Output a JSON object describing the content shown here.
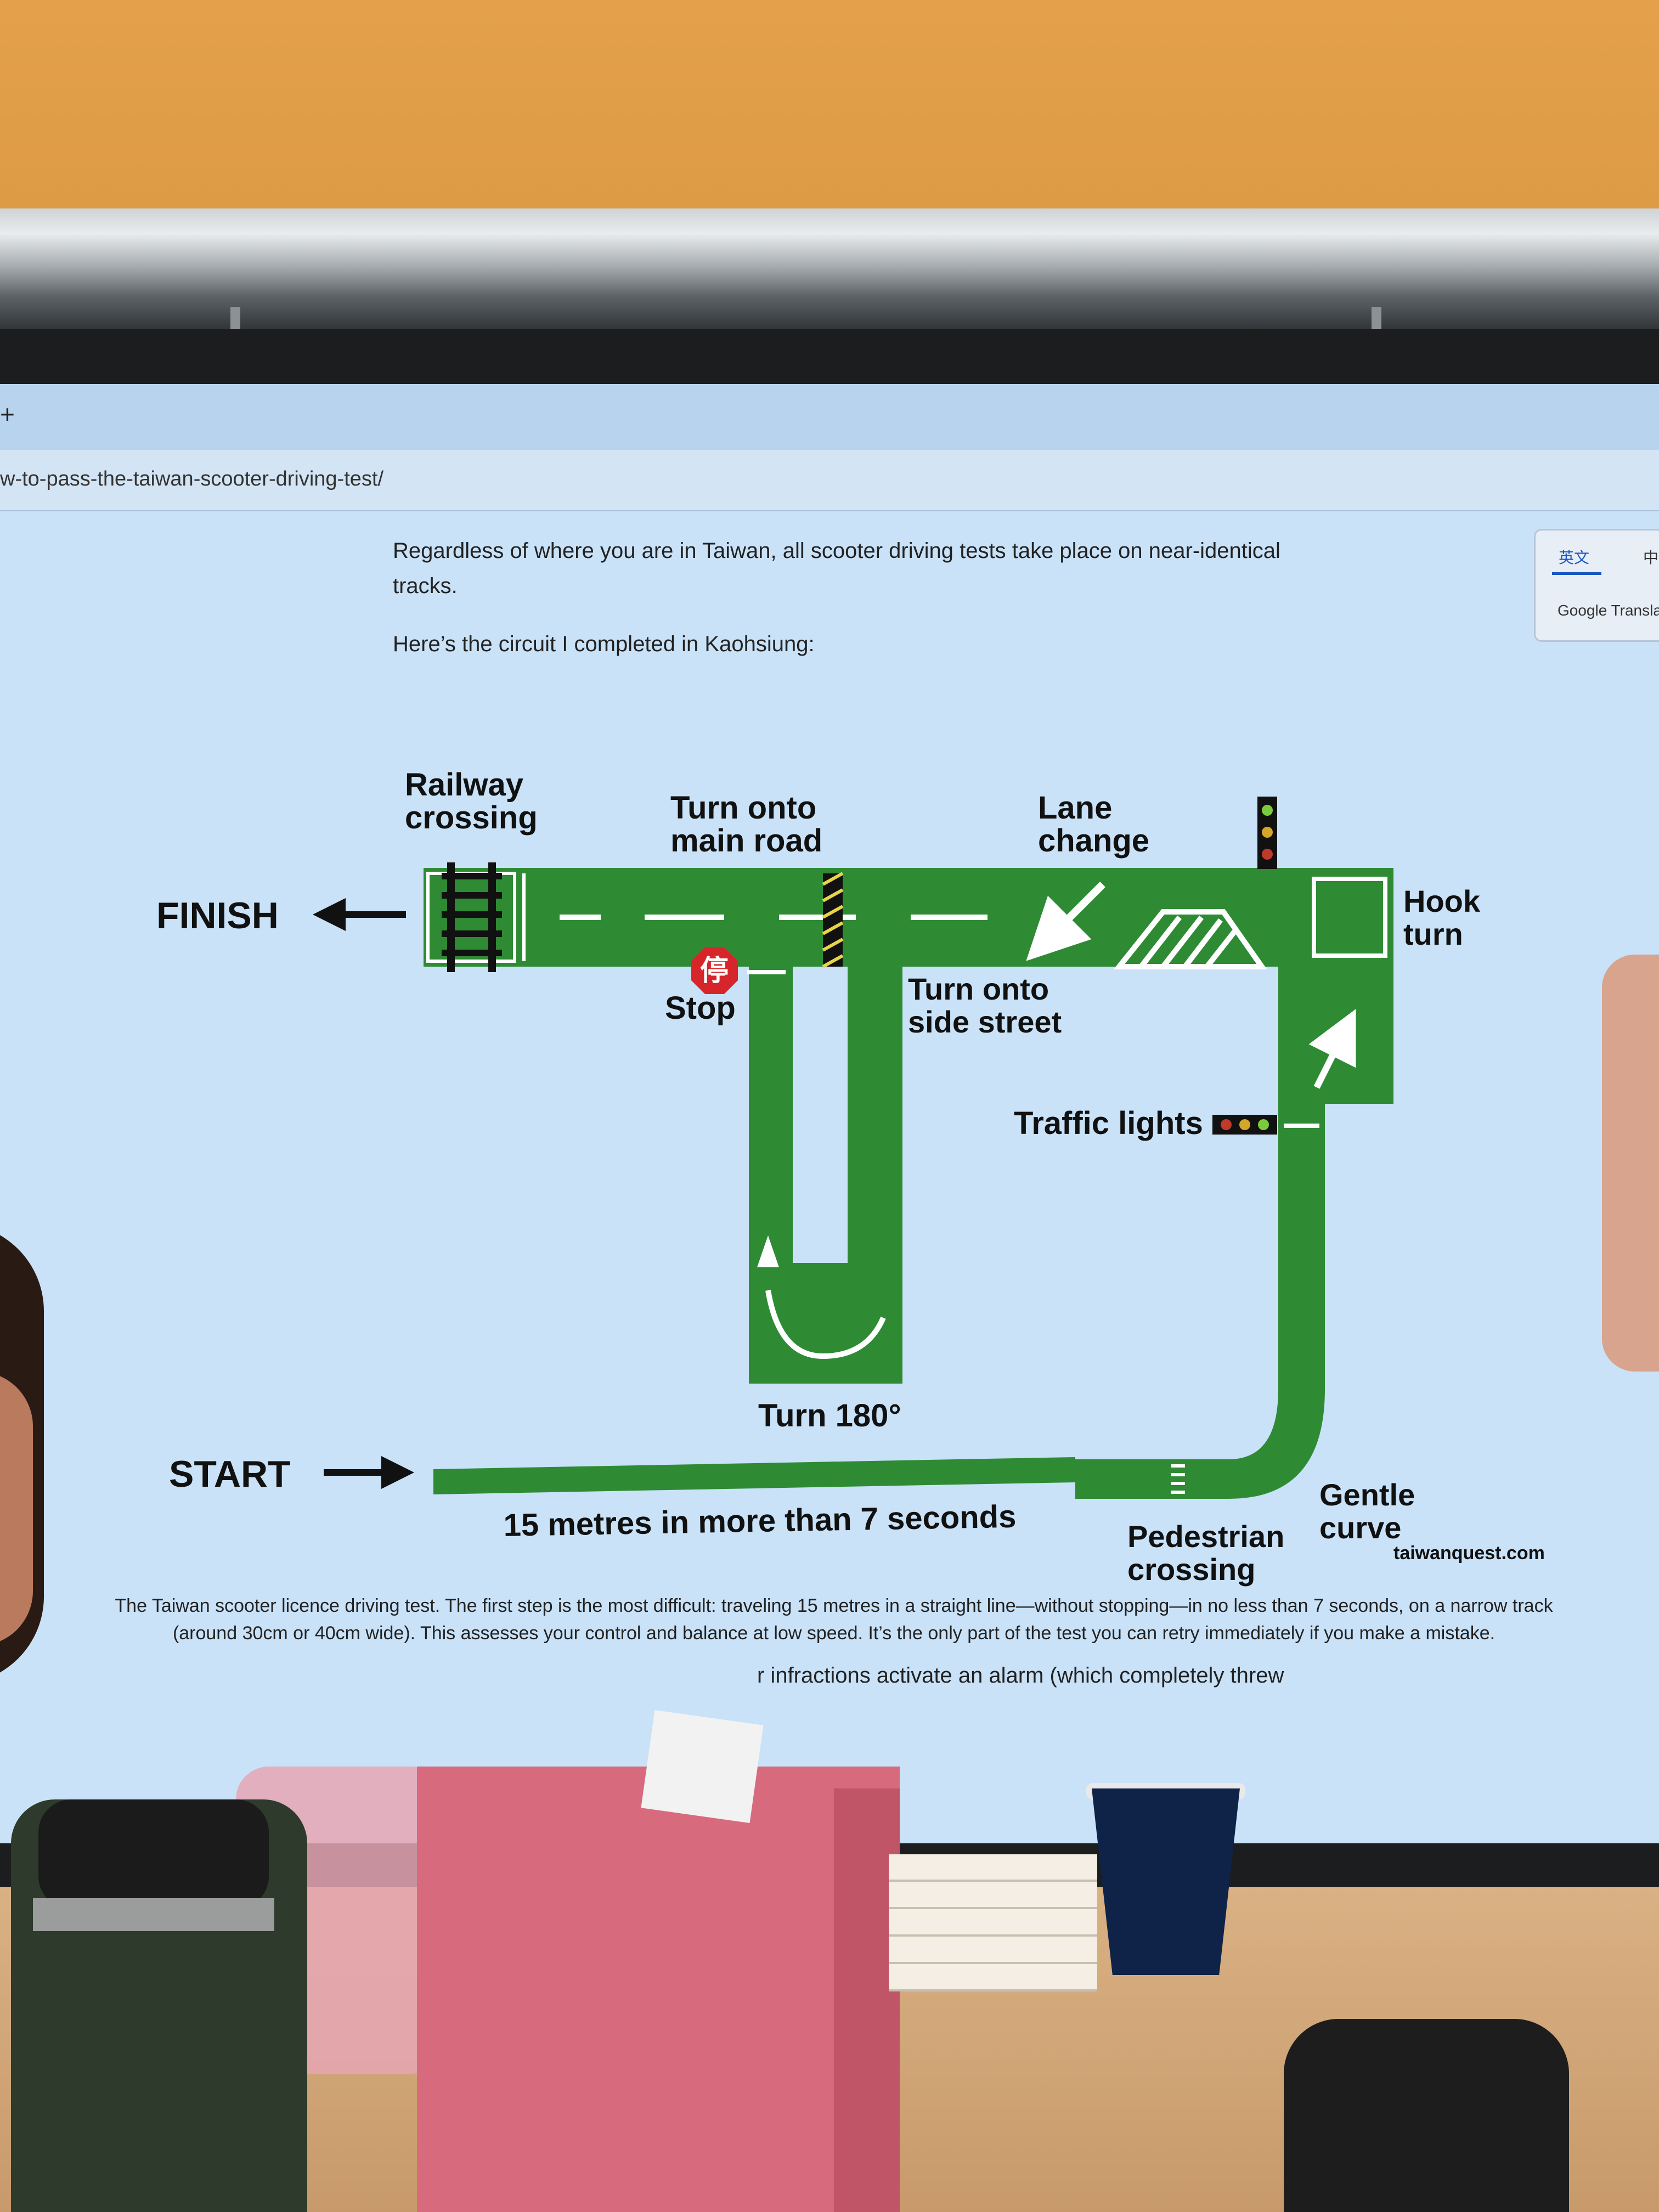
{
  "browser": {
    "new_tab_label": "+",
    "url": "w-to-pass-the-taiwan-scooter-driving-test/"
  },
  "google_translate": {
    "lang_active": "英文",
    "lang_other": "中",
    "label": "Google Translate"
  },
  "article": {
    "intro": "Regardless of where you are in Taiwan, all scooter driving tests take place on near-identical tracks.",
    "intro2": "Here’s the circuit I completed in Kaohsiung:",
    "caption": "The Taiwan scooter licence driving test. The first step is the most difficult: traveling 15 metres in a straight line—without stopping—in no less than 7 seconds, on a narrow track (around 30cm or 40cm wide). This assesses your control and balance at low speed. It’s the only part of the test you can retry immediately if you make a mistake.",
    "obscured_text": "r infractions activate an alarm (which completely threw"
  },
  "diagram": {
    "track_color": "#2e8b34",
    "labels": {
      "finish": "FINISH",
      "start": "START",
      "railway_line1": "Railway",
      "railway_line2": "crossing",
      "main_road_line1": "Turn onto",
      "main_road_line2": "main road",
      "lane_change_line1": "Lane",
      "lane_change_line2": "change",
      "hook_turn_line1": "Hook",
      "hook_turn_line2": "turn",
      "stop_sign": "停",
      "stop": "Stop",
      "side_street_line1": "Turn onto",
      "side_street_line2": "side street",
      "traffic_lights": "Traffic lights",
      "turn_180": "Turn 180°",
      "gentle_curve_line1": "Gentle",
      "gentle_curve_line2": "curve",
      "fifteen_metres": "15 metres in more than 7 seconds",
      "pedestrian_line1": "Pedestrian",
      "pedestrian_line2": "crossing"
    },
    "credit": "taiwanquest.com"
  },
  "taskbar": {
    "chevron": "^"
  }
}
